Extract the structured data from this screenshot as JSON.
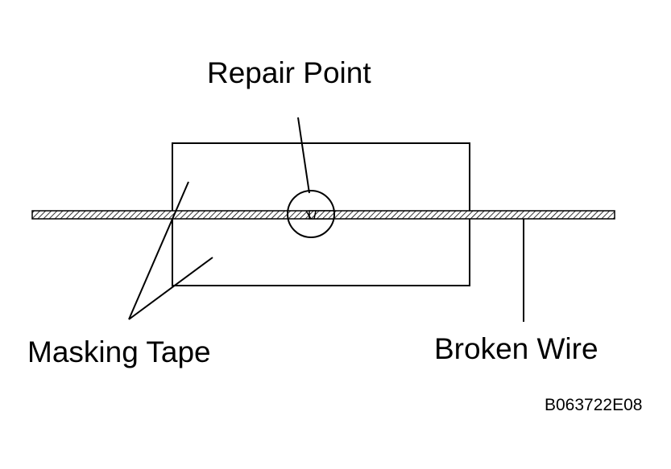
{
  "labels": {
    "repair_point": "Repair Point",
    "masking_tape": "Masking Tape",
    "broken_wire": "Broken Wire",
    "figure_code": "B063722E08"
  },
  "colors": {
    "line": "#000000",
    "background": "#ffffff"
  }
}
